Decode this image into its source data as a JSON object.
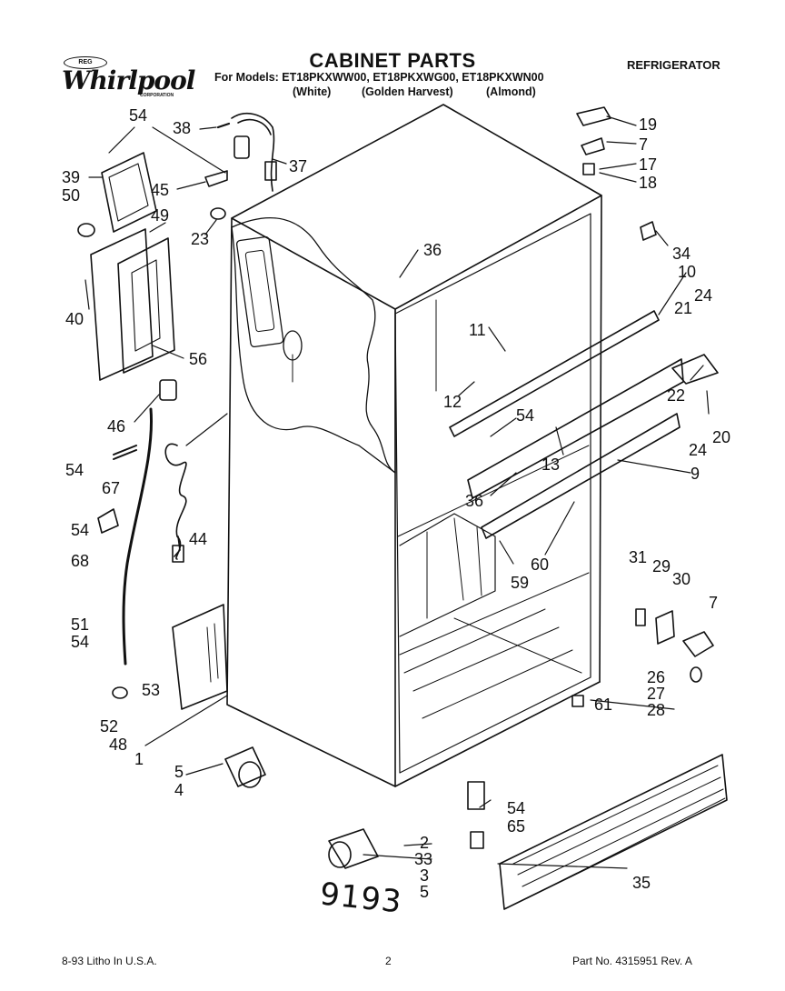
{
  "brand": {
    "logo_word": "Whirlpool",
    "logo_oval": "REG",
    "logo_sub": "CORPORATION"
  },
  "header": {
    "title": "CABINET PARTS",
    "models_line": "For Models: ET18PKXWW00, ET18PKXWG00, ET18PKXWN00",
    "colors": [
      "(White)",
      "(Golden Harvest)",
      "(Almond)"
    ],
    "category": "REFRIGERATOR"
  },
  "footer": {
    "left": "8-93 Litho In U.S.A.",
    "center": "2",
    "right": "Part No. 4315951 Rev. A"
  },
  "handwritten_note": "9193",
  "callouts": [
    "54",
    "38",
    "37",
    "39",
    "45",
    "50",
    "49",
    "23",
    "40",
    "56",
    "46",
    "54",
    "67",
    "54",
    "68",
    "44",
    "51",
    "54",
    "53",
    "52",
    "48",
    "1",
    "5",
    "4",
    "36",
    "19",
    "7",
    "17",
    "18",
    "34",
    "10",
    "24",
    "21",
    "11",
    "12",
    "22",
    "20",
    "24",
    "54",
    "13",
    "9",
    "36",
    "60",
    "59",
    "31",
    "29",
    "30",
    "7",
    "26",
    "27",
    "28",
    "61",
    "54",
    "65",
    "2",
    "33",
    "3",
    "5",
    "35"
  ]
}
